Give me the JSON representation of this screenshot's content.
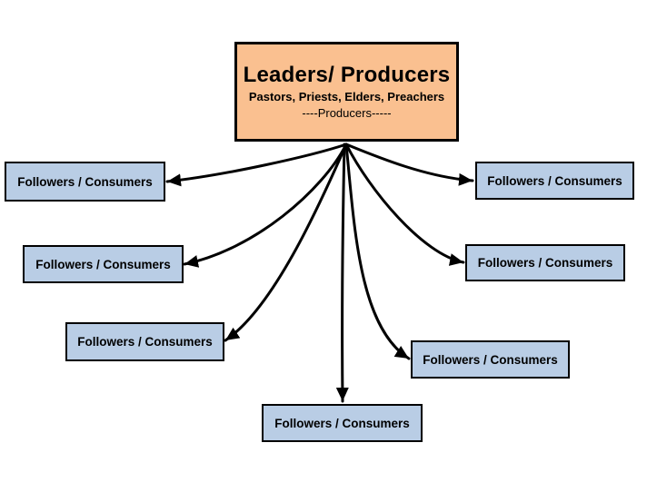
{
  "diagram": {
    "background_color": "#FFFFFF",
    "arrow_color": "#000000",
    "root_box": {
      "title": "Leaders/ Producers",
      "subtitle": "Pastors, Priests, Elders, Preachers",
      "note": "----Producers-----",
      "fill_color": "#FAC090",
      "border_color": "#000000",
      "text_color": "#000000"
    },
    "follower_style": {
      "fill_color": "#B9CDE5",
      "border_color": "#000000",
      "text_color": "#000000"
    },
    "follower_boxes": [
      {
        "id": "top-left",
        "label": "Followers / Consumers"
      },
      {
        "id": "top-right",
        "label": "Followers / Consumers"
      },
      {
        "id": "middle-left",
        "label": "Followers / Consumers"
      },
      {
        "id": "middle-right",
        "label": "Followers / Consumers"
      },
      {
        "id": "lower-left",
        "label": "Followers / Consumers"
      },
      {
        "id": "lower-right",
        "label": "Followers / Consumers"
      },
      {
        "id": "bottom-center",
        "label": "Followers / Consumers"
      }
    ]
  }
}
